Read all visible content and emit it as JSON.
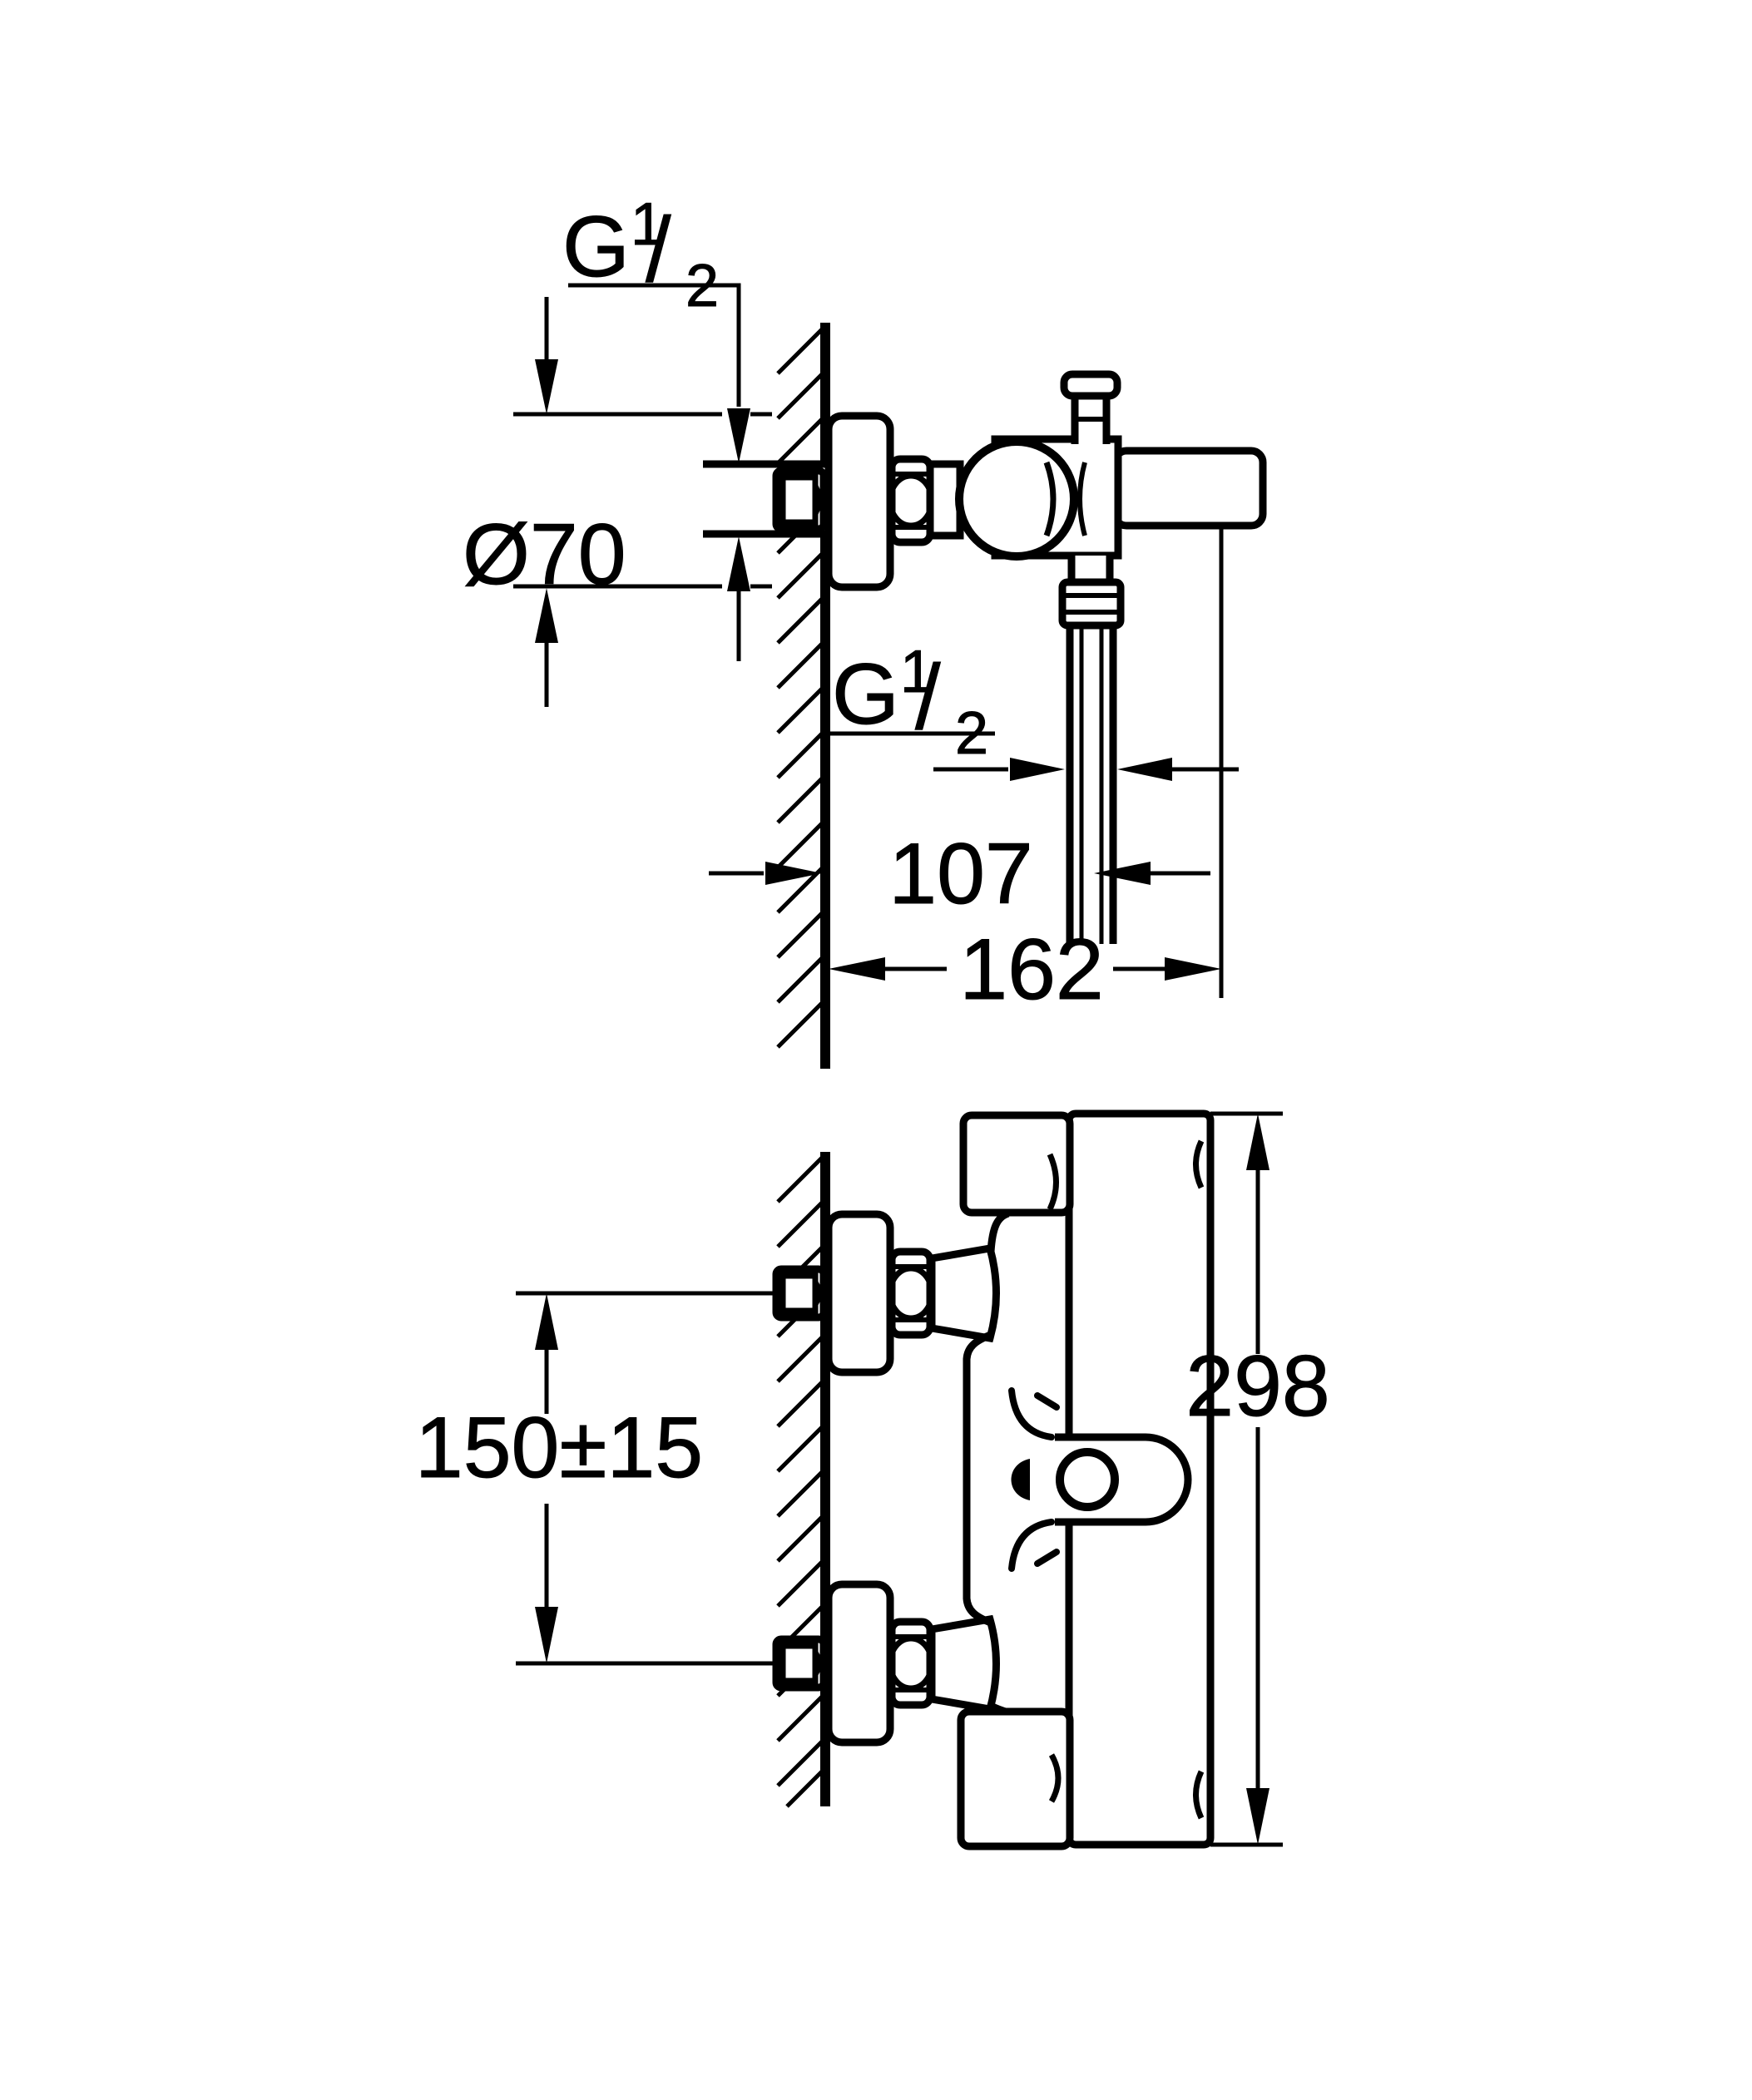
{
  "drawing": {
    "type": "technical-installation-diagram",
    "subject": "wall-mounted bath/shower thermostat mixer, two orthographic views",
    "background_color": "#ffffff",
    "line_color": "#000000",
    "units": "mm"
  },
  "labels": {
    "top_thread": {
      "text": "G 1/2",
      "g": "G",
      "num": "1",
      "slash": "/",
      "den": "2"
    },
    "escutcheon_diameter": "Ø70",
    "outlet_thread": {
      "text": "G 1/2",
      "g": "G",
      "num": "1",
      "slash": "/",
      "den": "2"
    },
    "wall_to_outlet": "107",
    "wall_to_front": "162",
    "supply_spacing": "150±15",
    "overall_height": "298"
  }
}
